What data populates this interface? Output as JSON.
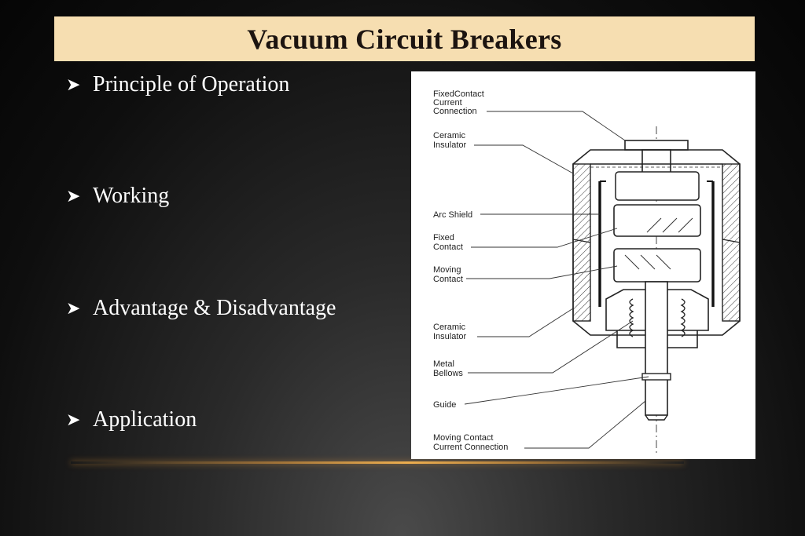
{
  "title": "Vacuum Circuit Breakers",
  "bullets": [
    {
      "text": "Principle of Operation"
    },
    {
      "text": "Working"
    },
    {
      "text": "Advantage & Disadvantage"
    },
    {
      "text": "Application"
    }
  ],
  "bullet_icon": "arrow-bullet-icon",
  "colors": {
    "title_bg": "#f6deb1",
    "title_text": "#1c1410",
    "bullet_text": "#ffffff",
    "glow_line": "#ffb950"
  },
  "diagram": {
    "labels": {
      "fixed_contact_current_connection": [
        "FixedContact",
        "Current",
        "Connection"
      ],
      "ceramic_insulator_top": [
        "Ceramic",
        "Insulator"
      ],
      "arc_shield": [
        "Arc Shield"
      ],
      "fixed_contact": [
        "Fixed",
        "Contact"
      ],
      "moving_contact": [
        "Moving",
        "Contact"
      ],
      "ceramic_insulator_bottom": [
        "Ceramic",
        "Insulator"
      ],
      "metal_bellows": [
        "Metal",
        "Bellows"
      ],
      "guide": [
        "Guide"
      ],
      "moving_contact_current_connection": [
        "Moving Contact",
        "Current Connection"
      ]
    }
  }
}
